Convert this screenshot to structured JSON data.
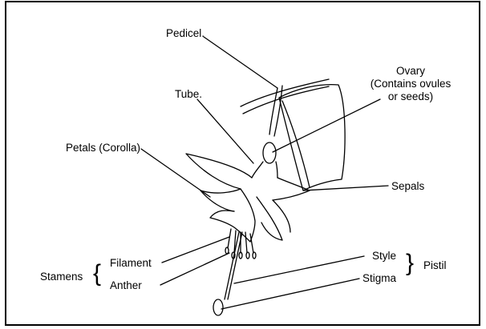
{
  "labels": {
    "pedicel": "Pedicel.",
    "ovary_line1": "Ovary",
    "ovary_line2": "(Contains ovules",
    "ovary_line3": "or seeds)",
    "tube": "Tube.",
    "petals": "Petals (Corolla)",
    "sepals": "Sepals",
    "filament": "Filament",
    "anther": "Anther",
    "stamens": "Stamens",
    "style": "Style",
    "stigma": "Stigma",
    "pistil": "Pistil"
  },
  "colors": {
    "stroke": "#000000",
    "background": "#ffffff"
  }
}
